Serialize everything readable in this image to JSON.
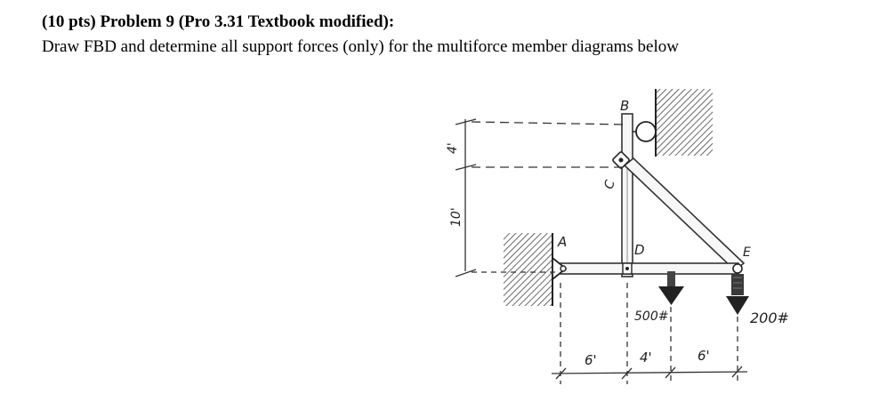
{
  "header": {
    "title": "(10 pts) Problem 9 (Pro 3.31 Textbook modified):",
    "subtitle": "Draw FBD and determine all support forces (only) for the multiforce member diagrams below"
  },
  "figure": {
    "points": {
      "A": "A",
      "B": "B",
      "C": "C",
      "D": "D",
      "E": "E"
    },
    "loads": {
      "load_500": "500#",
      "load_200": "200#"
    },
    "dimensions": {
      "vertical_top": "4'",
      "vertical_total": "10'",
      "horizontal_1": "6'",
      "horizontal_2": "4'",
      "horizontal_3": "6'"
    }
  }
}
